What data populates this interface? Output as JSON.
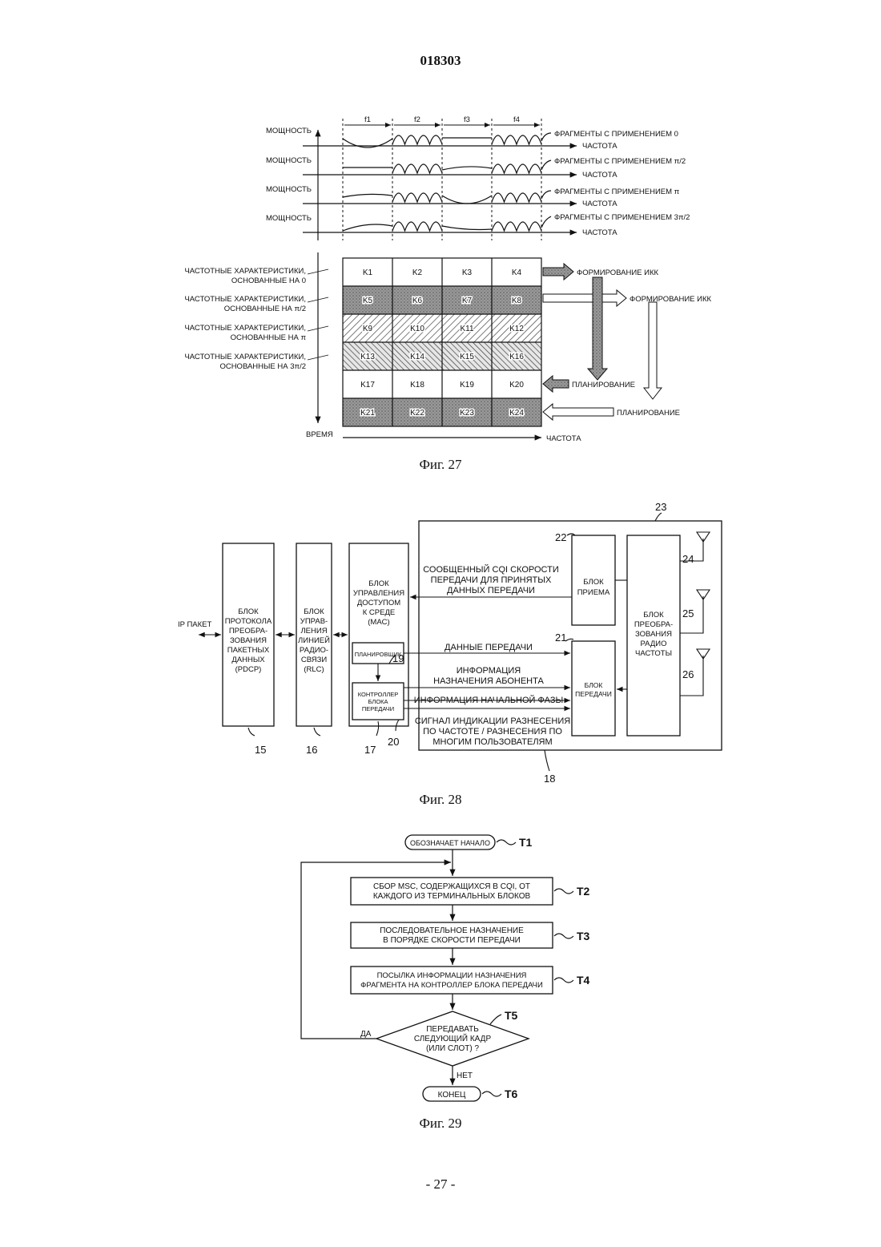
{
  "doc_number": "018303",
  "page_number": "- 27 -",
  "fig27": {
    "caption": "Фиг. 27",
    "freq_bands": [
      "f1",
      "f2",
      "f3",
      "f4"
    ],
    "power_label": "МОЩНОСТЬ",
    "freq_label": "ЧАСТОТА",
    "time_label": "ВРЕМЯ",
    "rows": [
      {
        "fragments": "ФРАГМЕНТЫ С ПРИМЕНЕНИЕМ 0"
      },
      {
        "fragments": "ФРАГМЕНТЫ С ПРИМЕНЕНИЕМ π/2"
      },
      {
        "fragments": "ФРАГМЕНТЫ С ПРИМЕНЕНИЕМ π"
      },
      {
        "fragments": "ФРАГМЕНТЫ С ПРИМЕНЕНИЕМ 3π/2"
      }
    ],
    "char_labels": [
      [
        "ЧАСТОТНЫЕ ХАРАКТЕРИСТИКИ,",
        "ОСНОВАННЫЕ НА 0"
      ],
      [
        "ЧАСТОТНЫЕ ХАРАКТЕРИСТИКИ,",
        "ОСНОВАННЫЕ НА π/2"
      ],
      [
        "ЧАСТОТНЫЕ ХАРАКТЕРИСТИКИ,",
        "ОСНОВАННЫЕ НА π"
      ],
      [
        "ЧАСТОТНЫЕ ХАРАКТЕРИСТИКИ,",
        "ОСНОВАННЫЕ НА 3π/2"
      ]
    ],
    "grid": [
      [
        "K1",
        "K2",
        "K3",
        "K4"
      ],
      [
        "K5",
        "K6",
        "K7",
        "K8"
      ],
      [
        "K9",
        "K10",
        "K11",
        "K12"
      ],
      [
        "K13",
        "K14",
        "K15",
        "K16"
      ],
      [
        "K17",
        "K18",
        "K19",
        "K20"
      ],
      [
        "K21",
        "K22",
        "K23",
        "K24"
      ]
    ],
    "cqi_label": "ФОРМИРОВАНИЕ ИКК",
    "planning_label": "ПЛАНИРОВАНИЕ"
  },
  "fig28": {
    "caption": "Фиг. 28",
    "ip_packet": "IP ПАКЕТ",
    "pdcp": [
      "БЛОК",
      "ПРОТОКОЛА",
      "ПРЕОБРА-",
      "ЗОВАНИЯ",
      "ПАКЕТНЫХ",
      "ДАННЫХ",
      "(PDCP)"
    ],
    "rlc": [
      "БЛОК",
      "УПРАВ-",
      "ЛЕНИЯ",
      "ЛИНИЕЙ",
      "РАДИО-",
      "СВЯЗИ",
      "(RLC)"
    ],
    "mac": [
      "БЛОК",
      "УПРАВЛЕНИЯ",
      "ДОСТУПОМ",
      "К СРЕДЕ",
      "(MAC)"
    ],
    "scheduler": "ПЛАНИРОВЩИК",
    "tx_controller": [
      "КОНТРОЛЛЕР",
      "БЛОКА",
      "ПЕРЕДАЧИ"
    ],
    "rx_block": [
      "БЛОК",
      "ПРИЕМА"
    ],
    "tx_block": [
      "БЛОК",
      "ПЕРЕДАЧИ"
    ],
    "rf_block": [
      "БЛОК",
      "ПРЕОБРА-",
      "ЗОВАНИЯ",
      "РАДИО",
      "ЧАСТОТЫ"
    ],
    "cqi_msg": [
      "СООБЩЕННЫЙ CQI СКОРОСТИ",
      "ПЕРЕДАЧИ ДЛЯ ПРИНЯТЫХ",
      "ДАННЫХ ПЕРЕДАЧИ"
    ],
    "tx_data": "ДАННЫЕ ПЕРЕДАЧИ",
    "user_assign": [
      "ИНФОРМАЦИЯ",
      "НАЗНАЧЕНИЯ АБОНЕНТА"
    ],
    "initial_phase": "ИНФОРМАЦИЯ НАЧАЛЬНОЙ ФАЗЫ",
    "diversity_signal": [
      "СИГНАЛ ИНДИКАЦИИ РАЗНЕСЕНИЯ",
      "ПО ЧАСТОТЕ / РАЗНЕСЕНИЯ ПО",
      "МНОГИМ ПОЛЬЗОВАТЕЛЯМ"
    ],
    "refs": {
      "r15": "15",
      "r16": "16",
      "r17": "17",
      "r18": "18",
      "r19": "19",
      "r20": "20",
      "r21": "21",
      "r22": "22",
      "r23": "23",
      "r24": "24",
      "r25": "25",
      "r26": "26"
    }
  },
  "fig29": {
    "caption": "Фиг. 29",
    "start": "ОБОЗНАЧАЕТ НАЧАЛО",
    "t2": [
      "СБОР MSC, СОДЕРЖАЩИХСЯ В CQI, ОТ",
      "КАЖДОГО ИЗ ТЕРМИНАЛЬНЫХ БЛОКОВ"
    ],
    "t3": [
      "ПОСЛЕДОВАТЕЛЬНОЕ НАЗНАЧЕНИЕ",
      "В ПОРЯДКЕ СКОРОСТИ ПЕРЕДАЧИ"
    ],
    "t4": [
      "ПОСЫЛКА ИНФОРМАЦИИ НАЗНАЧЕНИЯ",
      "ФРАГМЕНТА НА КОНТРОЛЛЕР БЛОКА ПЕРЕДАЧИ"
    ],
    "t5": [
      "ПЕРЕДАВАТЬ",
      "СЛЕДУЮЩИЙ КАДР",
      "(ИЛИ СЛОТ) ?"
    ],
    "yes": "ДА",
    "no": "НЕТ",
    "end": "КОНЕЦ",
    "labels": {
      "t1": "T1",
      "t2": "T2",
      "t3": "T3",
      "t4": "T4",
      "t5": "T5",
      "t6": "T6"
    }
  }
}
